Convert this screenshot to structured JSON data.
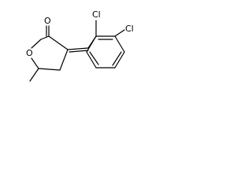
{
  "molecule": {
    "atoms": {
      "carbonyl_oxygen": "O",
      "ring_oxygen": "O",
      "chlorine_ortho": "Cl",
      "chlorine_meta": "Cl"
    }
  }
}
